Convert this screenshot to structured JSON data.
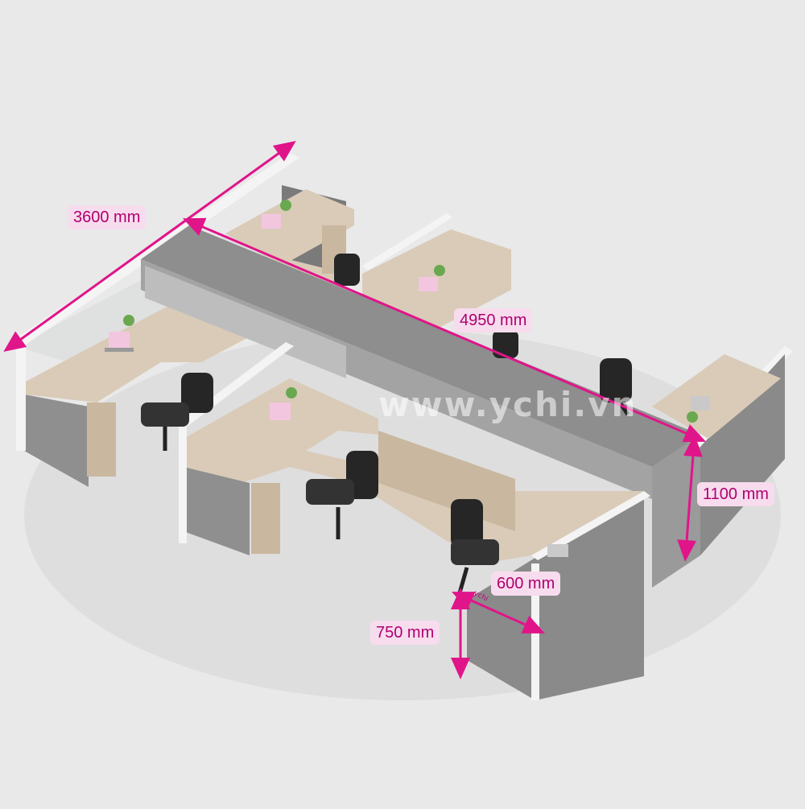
{
  "dimensions": {
    "length_a": "3600 mm",
    "length_b": "4950 mm",
    "partition_height": "1100 mm",
    "desk_depth": "600 mm",
    "desk_height": "750 mm"
  },
  "watermark": "www.ychi.vn",
  "small_mark": "ychi",
  "colors": {
    "background": "#e9e9e9",
    "dimension_line": "#e0158a",
    "label_bg": "#f7dcee",
    "label_text": "#b0006f",
    "desktop_wood": "#d9cbb8",
    "panel_grey": "#8a8a8a",
    "frame_white": "#f4f4f4",
    "cabinet_wood": "#c9b79f",
    "chair_black": "#262626"
  },
  "icons": [
    "laptop-icon",
    "plant-icon",
    "office-chair-icon",
    "drawer-pedestal-icon"
  ]
}
